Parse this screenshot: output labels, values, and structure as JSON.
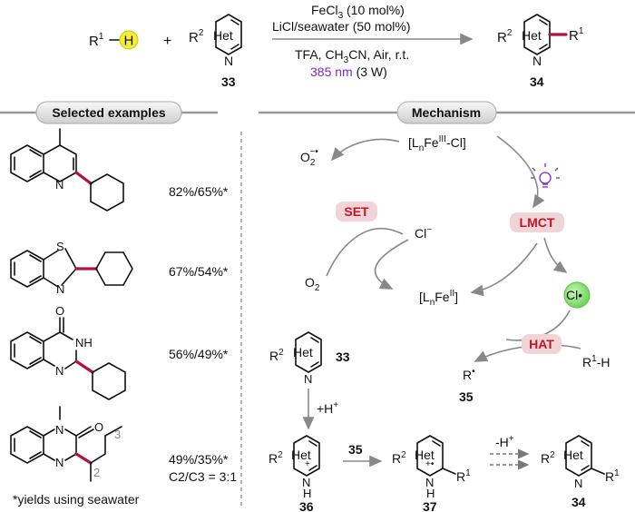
{
  "scheme": {
    "reagent_line1": "FeCl",
    "reagent_line1_sub": "3",
    "reagent_line1_tail": " (10 mol%)",
    "reagent_line2": "LiCl/seawater (50 mol%)",
    "conditions_line1": "TFA, CH",
    "conditions_ch3_sub": "3",
    "conditions_line1_tail": "CN, Air, r.t.",
    "wavelength": "385 nm",
    "power": " (3 W)",
    "substrate_r1": "R",
    "substrate_r1_sup": "1",
    "substrate_h": "H",
    "plus": "+",
    "het_r2": "R",
    "het_r2_sup": "2",
    "het_label": "Het",
    "het_n": "N",
    "compound_33": "33",
    "compound_34": "34"
  },
  "sections": {
    "selected_examples": "Selected examples",
    "mechanism": "Mechanism"
  },
  "examples": [
    {
      "yield": "82%/65%*"
    },
    {
      "yield": "67%/54%*"
    },
    {
      "yield": "56%/49%*"
    },
    {
      "yield": "49%/35%*",
      "ratio": "C2/C3 = 3:1",
      "pos2": "2",
      "pos3": "3"
    }
  ],
  "footnote": "*yields using seawater",
  "atoms": {
    "N": "N",
    "S": "S",
    "O": "O",
    "NH": "NH",
    "H": "H"
  },
  "mechanism": {
    "fe3": "[L",
    "fe3_n": "n",
    "fe3_fe": "Fe",
    "fe3_sup": "III",
    "fe3_tail": "-Cl]",
    "fe2": "[L",
    "fe2_n": "n",
    "fe2_fe": "Fe",
    "fe2_sup": "II",
    "fe2_tail": "]",
    "superoxide": "O",
    "superoxide_sub": "2",
    "superoxide_sup": "−•",
    "oxygen": "O",
    "oxygen_sub": "2",
    "chloride": "Cl",
    "chloride_sup": "−",
    "set": "SET",
    "lmct": "LMCT",
    "hat": "HAT",
    "cl_radical": "Cl•",
    "r1h": "R",
    "r1h_sup": "1",
    "r1h_tail": "-H",
    "r_radical": "R",
    "r_radical_dot": "•",
    "compound_35": "35",
    "compound_33": "33",
    "compound_36": "36",
    "compound_37": "37",
    "compound_34": "34",
    "protonation": "+H",
    "protonation_sup": "+",
    "deprotonation": "-H",
    "deprotonation_sup": "+",
    "radical_cation": "+•",
    "cation": "+",
    "r1": "R",
    "r1_sup": "1"
  },
  "colors": {
    "accent_bond": "#b0143e",
    "badge_red": "#c0152b",
    "badge_bg": "#f1d4d6",
    "cl_green": "#8fe07b",
    "h_yellow": "#f4ee3a",
    "wavelength_violet": "#7a2cc8",
    "arrow_grey": "#888888"
  }
}
